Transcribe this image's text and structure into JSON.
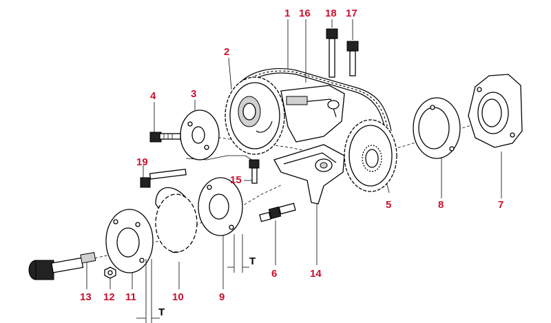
{
  "diagram": {
    "callouts": [
      "1",
      "2",
      "3",
      "4",
      "5",
      "6",
      "7",
      "8",
      "9",
      "10",
      "11",
      "12",
      "13",
      "14",
      "15",
      "16",
      "17",
      "18",
      "19"
    ],
    "dimension_label": "T"
  },
  "colors": {
    "callout": "#c8102e",
    "line": "#000000",
    "background": "#ffffff"
  }
}
